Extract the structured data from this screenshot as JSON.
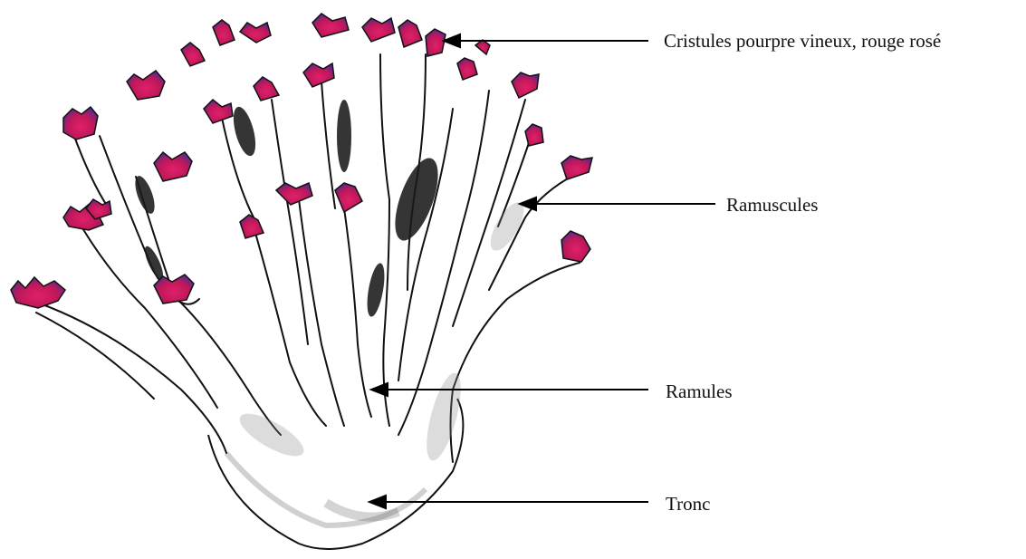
{
  "diagram": {
    "labels": {
      "cristules": "Cristules pourpre vineux, rouge rosé",
      "ramuscules": "Ramuscules",
      "ramules": "Ramules",
      "tronc": "Tronc"
    }
  },
  "colors": {
    "ink": "#111111",
    "tip_magenta": "#d8195a",
    "tip_purple": "#6a2a8a",
    "shade_gray": "#9a9a9a"
  }
}
